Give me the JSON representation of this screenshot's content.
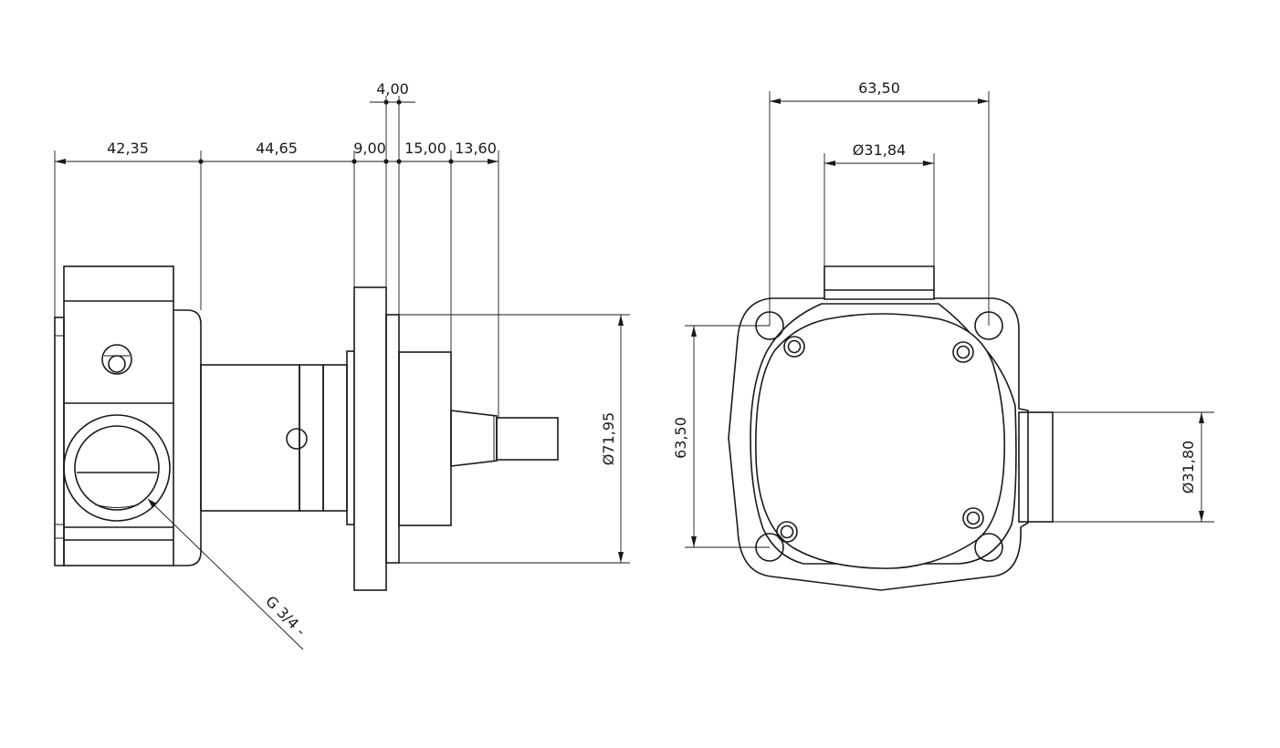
{
  "side_view": {
    "dimensions": {
      "body_length": "42,35",
      "bearing_length": "44,65",
      "flange_thickness": "9,00",
      "gap": "4,00",
      "hub_length": "15,00",
      "shaft_length": "13,60",
      "flange_diameter": "Ø71,95"
    },
    "port_callout": "G 3/4 -"
  },
  "front_view": {
    "dimensions": {
      "hole_spacing_horizontal": "63,50",
      "top_port_diameter": "Ø31,84",
      "hole_spacing_vertical": "63,50",
      "side_port_diameter": "Ø31,80"
    }
  }
}
